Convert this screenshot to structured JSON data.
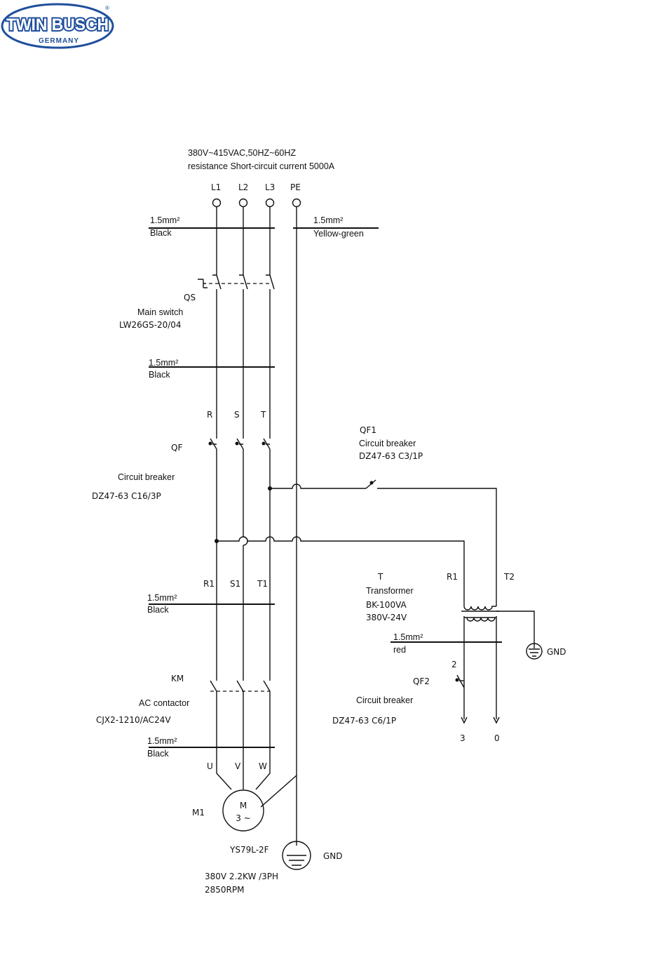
{
  "logo": {
    "brand": "TWIN BUSCH",
    "country": "GERMANY",
    "registered": "®",
    "color": "#1f4e9c"
  },
  "supply": {
    "line1": "380V~415VAC,50HZ~60HZ",
    "line2": "resistance Short-circuit current 5000A"
  },
  "terminals": [
    "L1",
    "L2",
    "L3",
    "PE"
  ],
  "cables": {
    "c1": {
      "size": "1.5mm²",
      "color": "Black"
    },
    "c_pe": {
      "size": "1.5mm²",
      "color": "Yellow-green"
    },
    "c2": {
      "size": "1.5mm²",
      "color": "Black"
    },
    "c3": {
      "size": "1.5mm²",
      "color": "Black"
    },
    "c4": {
      "size": "1.5mm²",
      "color": "Black"
    },
    "c_ctrl": {
      "size": "1.5mm²",
      "color": "red"
    }
  },
  "qs": {
    "ref": "QS",
    "name": "Main switch",
    "model": "LW26GS-20/04"
  },
  "phases_qf": [
    "R",
    "S",
    "T"
  ],
  "qf": {
    "ref": "QF",
    "name": "Circuit breaker",
    "model": "DZ47-63  C16/3P"
  },
  "qf1": {
    "ref": "QF1",
    "name": "Circuit breaker",
    "model": "DZ47-63 C3/1P"
  },
  "phases_out": [
    "R1",
    "S1",
    "T1"
  ],
  "transformer": {
    "ref": "T",
    "name": "Transformer",
    "model": "BK-100VA",
    "rating": "380V-24V",
    "in1": "R1",
    "in2": "T2"
  },
  "gnd_ctrl": "GND",
  "qf2": {
    "ref": "QF2",
    "name": "Circuit breaker",
    "model": "DZ47-63  C6/1P",
    "terminal": "2"
  },
  "ctrl_terminals": [
    "3",
    "0"
  ],
  "km": {
    "ref": "KM",
    "name": "AC contactor",
    "model": "CJX2-1210/AC24V"
  },
  "motor_terminals": [
    "U",
    "V",
    "W"
  ],
  "motor": {
    "ref": "M1",
    "symbol": "M",
    "phase": "3 ~",
    "model": "YS79L-2F",
    "spec1": "380V 2.2KW /3PH",
    "spec2": "2850RPM"
  },
  "gnd_main": "GND"
}
